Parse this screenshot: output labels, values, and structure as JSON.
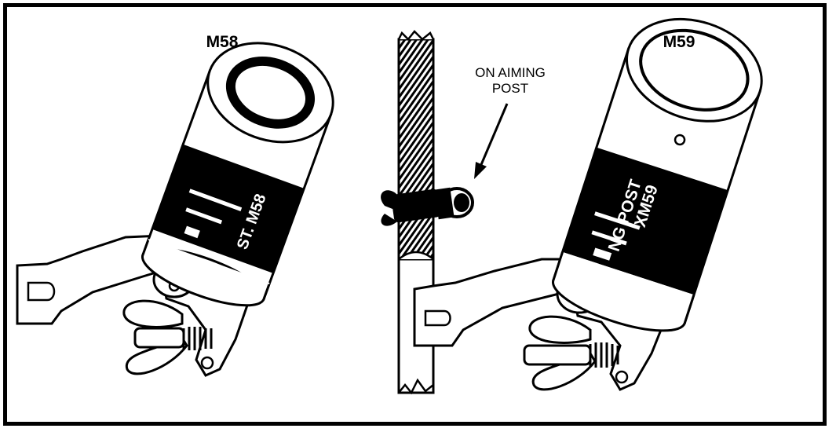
{
  "diagram": {
    "left_item": {
      "model": "M58",
      "body_text": "ST. M58"
    },
    "right_item": {
      "model": "M59",
      "body_text_line1": "NG POST",
      "body_text_line2": "XM59"
    },
    "callout": {
      "line1": "ON AIMING",
      "line2": "POST"
    },
    "colors": {
      "ink": "#000000",
      "paper": "#ffffff"
    }
  }
}
